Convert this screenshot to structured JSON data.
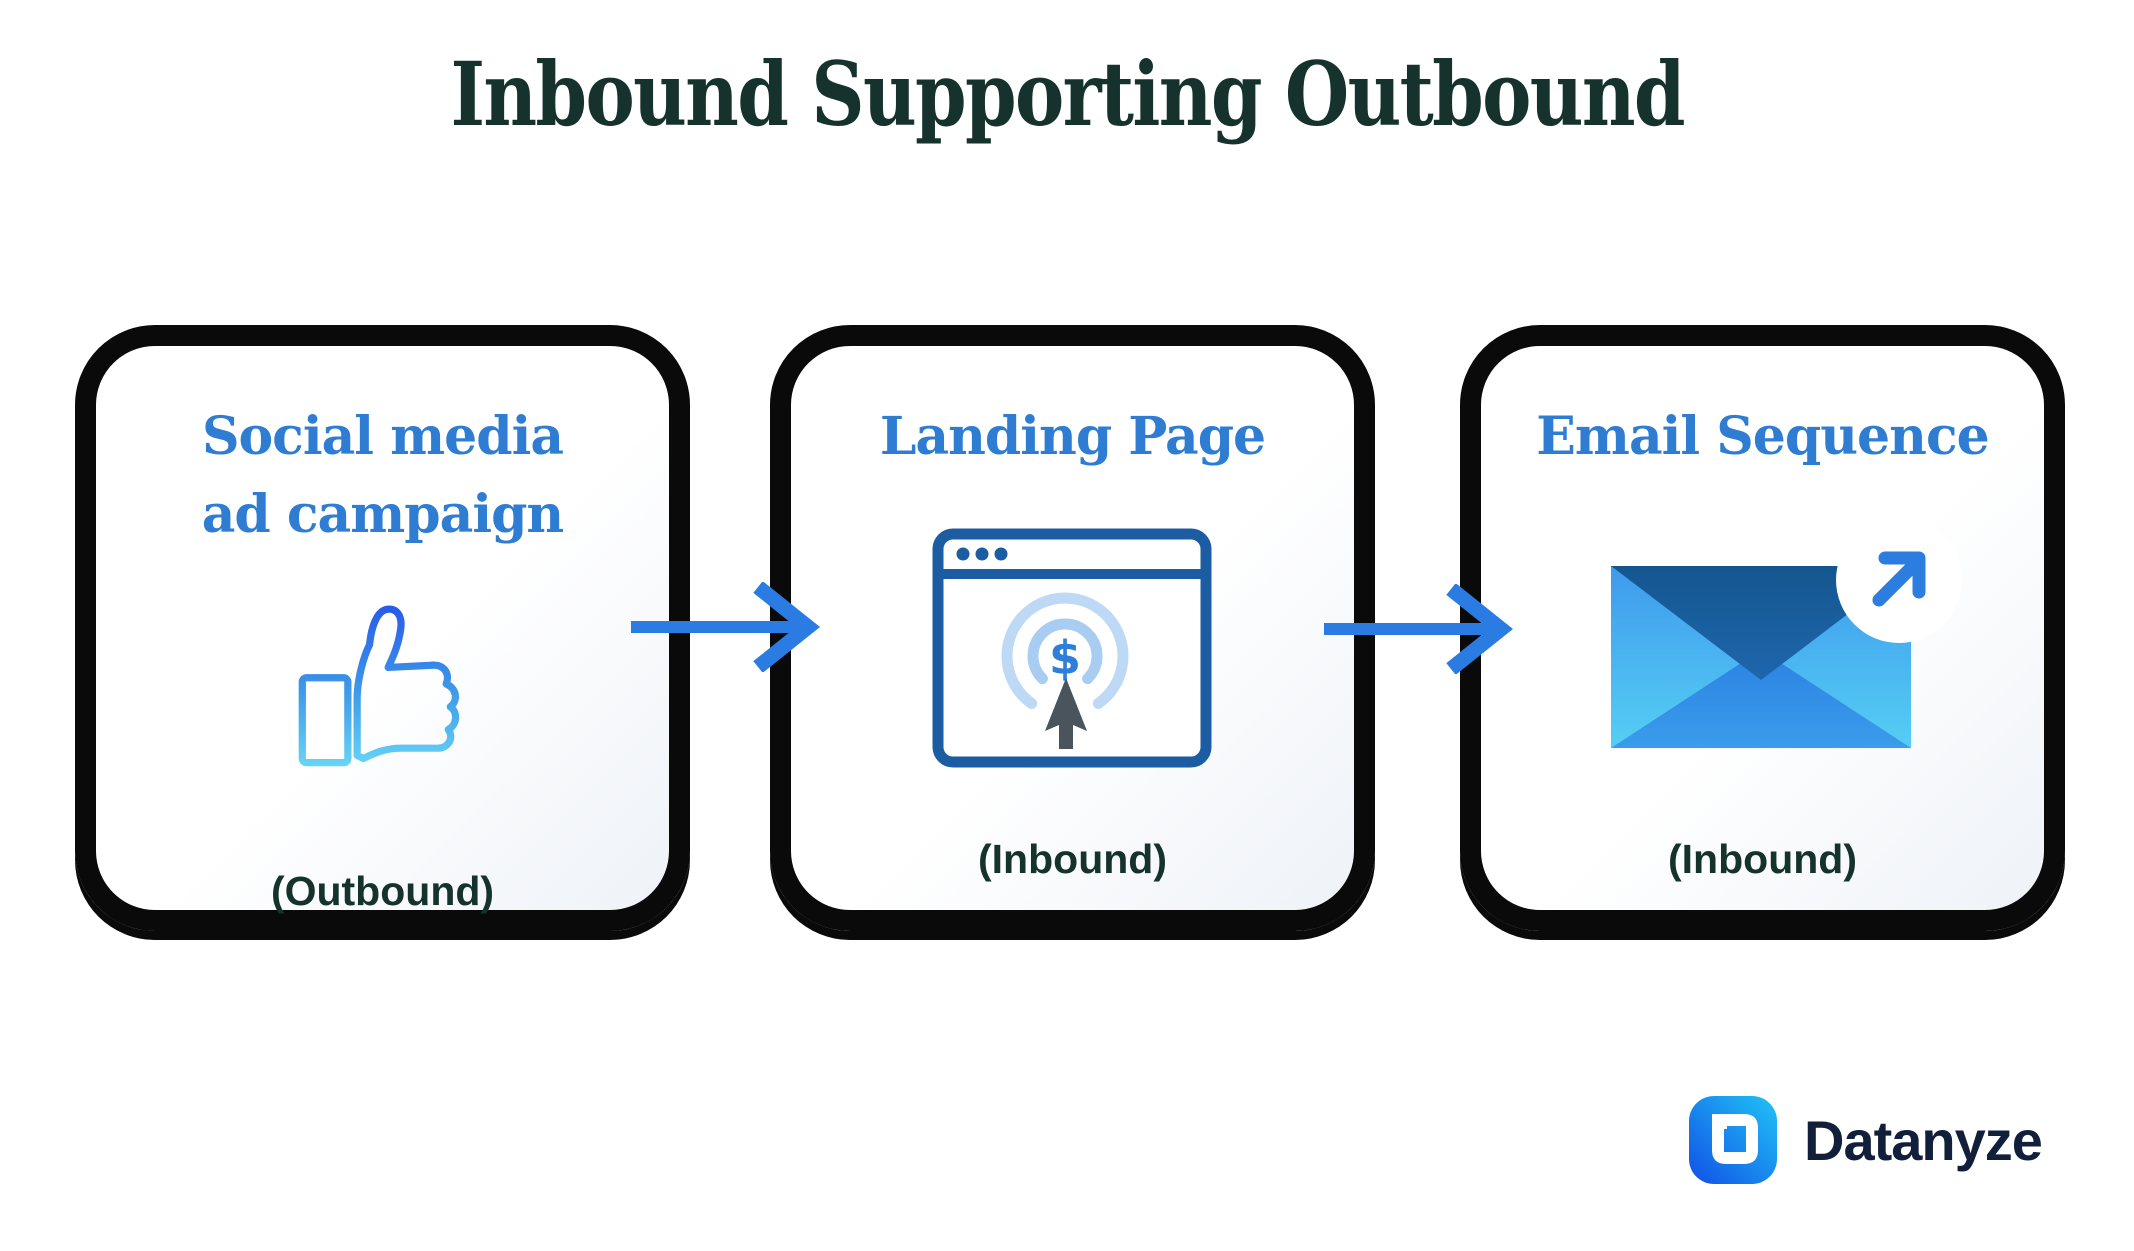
{
  "title": "Inbound Supporting Outbound",
  "cards": [
    {
      "title_lines": [
        "Social media",
        "ad campaign"
      ],
      "label": "(Outbound)",
      "icon": "thumbs-up-icon"
    },
    {
      "title_lines": [
        "Landing Page"
      ],
      "label": "(Inbound)",
      "icon": "landing-page-icon",
      "icon_glyph": "$"
    },
    {
      "title_lines": [
        "Email Sequence"
      ],
      "label": "(Inbound)",
      "icon": "email-send-icon"
    }
  ],
  "arrows": [
    {
      "name": "arrow-social-to-landing",
      "direction": "right"
    },
    {
      "name": "arrow-landing-to-email",
      "direction": "right"
    }
  ],
  "branding": {
    "logo_text": "Datanyze"
  },
  "colors": {
    "accent_blue": "#2b7ce2",
    "title_dark": "#15322c",
    "card_title_blue": "#2e7dd2",
    "card_border_black": "#0a0a0a",
    "icon_outline_blue": "#1c5ca3",
    "ring_light_blue": "#bdd9f6",
    "dollar_blue": "#2e7fd9",
    "cursor_gray": "#49545c",
    "envelope_dark_blue": "#175a9c",
    "envelope_mid_blue": "#2f8ae3",
    "thumb_gradient_top": "#2757e9",
    "thumb_gradient_bottom": "#68d5f5",
    "logo_navy": "#121f3a"
  }
}
